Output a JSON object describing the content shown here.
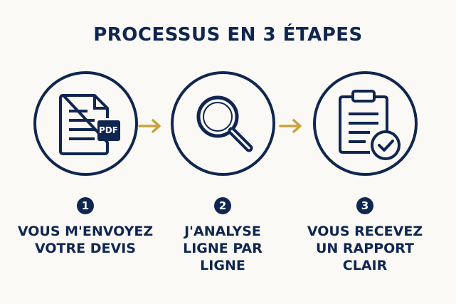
{
  "title": "PROCESSUS EN 3 ÉTAPES",
  "colors": {
    "navy": "#0f2650",
    "gold": "#c9a23a",
    "background": "#fbf9f5"
  },
  "steps": [
    {
      "number": "1",
      "icon": "pdf-document-icon",
      "icon_text": "PDF",
      "label_lines": [
        "VOUS M'ENVOYEZ",
        "VOTRE DEVIS"
      ]
    },
    {
      "number": "2",
      "icon": "magnifier-icon",
      "label_lines": [
        "J'ANALYSE",
        "LIGNE PAR",
        "LIGNE"
      ]
    },
    {
      "number": "3",
      "icon": "clipboard-check-icon",
      "label_lines": [
        "VOUS RECEVEZ",
        "UN RAPPORT",
        "CLAIR"
      ]
    }
  ]
}
